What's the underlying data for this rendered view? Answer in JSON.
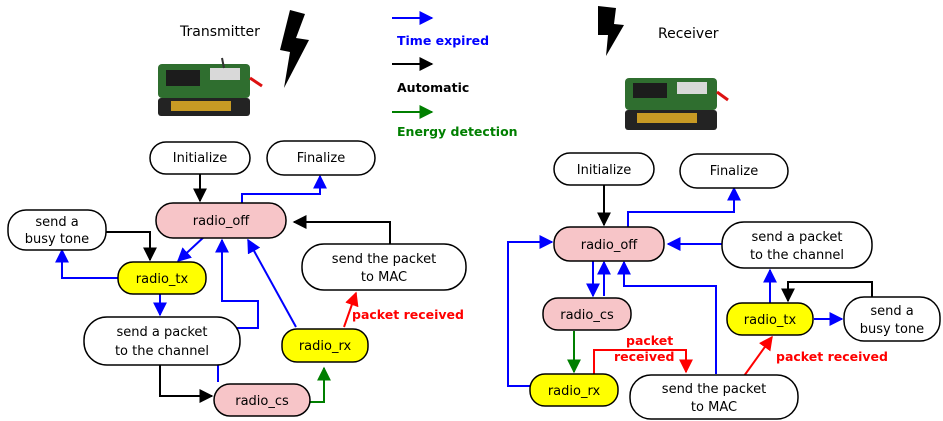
{
  "colors": {
    "time_expired": "#0000ff",
    "automatic": "#000000",
    "energy_detection": "#007f00",
    "packet_received": "#ff0000",
    "radio_off_fill": "#f7c5c8",
    "radio_active_fill": "#ffff00"
  },
  "legend": {
    "time_expired": "Time expired",
    "automatic": "Automatic",
    "energy_detection": "Energy  detection"
  },
  "transmitter": {
    "title": "Transmitter",
    "initialize": "Initialize",
    "finalize": "Finalize",
    "radio_off": "radio_off",
    "busy_tone_1": "send a",
    "busy_tone_2": "busy tone",
    "radio_tx": "radio_tx",
    "send_packet_mac_1": "send the packet",
    "send_packet_mac_2": "to MAC",
    "packet_received": "packet received",
    "radio_rx": "radio_rx",
    "send_packet_channel_1": "send a packet",
    "send_packet_channel_2": "to the channel",
    "radio_cs": "radio_cs"
  },
  "receiver": {
    "title": "Receiver",
    "initialize": "Initialize",
    "finalize": "Finalize",
    "radio_off": "radio_off",
    "send_packet_channel_1": "send a packet",
    "send_packet_channel_2": "to the channel",
    "radio_cs": "radio_cs",
    "radio_tx": "radio_tx",
    "busy_tone_1": "send a",
    "busy_tone_2": "busy tone",
    "packet_received_1": "packet",
    "packet_received_2": "received",
    "packet_received_b": "packet received",
    "radio_rx": "radio_rx",
    "send_packet_mac_1": "send the packet",
    "send_packet_mac_2": "to MAC"
  }
}
